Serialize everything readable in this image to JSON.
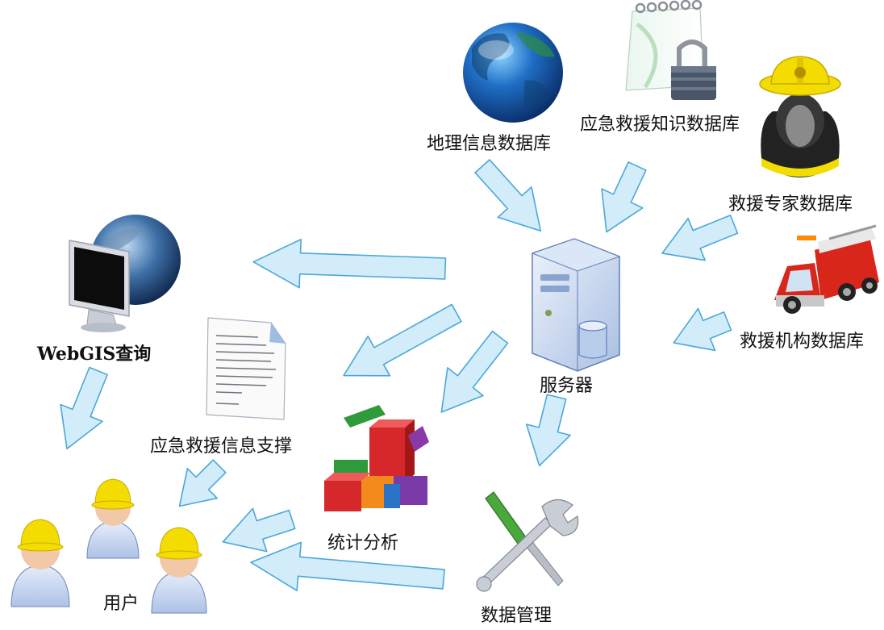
{
  "nodes": {
    "geo_db": "地理信息数据库",
    "knowledge_db": "应急救援知识数据库",
    "expert_db": "救援专家数据库",
    "agency_db": "救援机构数据库",
    "server": "服务器",
    "webgis": "WebGIS查询",
    "info_support": "应急救援信息支撑",
    "stats": "统计分析",
    "data_mgmt": "数据管理",
    "users": "用户"
  },
  "icons": {
    "geo_db": "globe-icon",
    "knowledge_db": "locked-notebook-icon",
    "expert_db": "firefighter-icon",
    "agency_db": "fire-truck-icon",
    "server": "server-tower-icon",
    "webgis": "monitor-globe-icon",
    "info_support": "document-icon",
    "stats": "colorful-blocks-icon",
    "data_mgmt": "wrench-screwdriver-icon",
    "users": "workers-icon"
  },
  "colors": {
    "arrow_fill": "#d3ecf9",
    "arrow_stroke": "#4aa8d8",
    "helmet": "#f3dd00",
    "fire_truck": "#d8261b"
  }
}
